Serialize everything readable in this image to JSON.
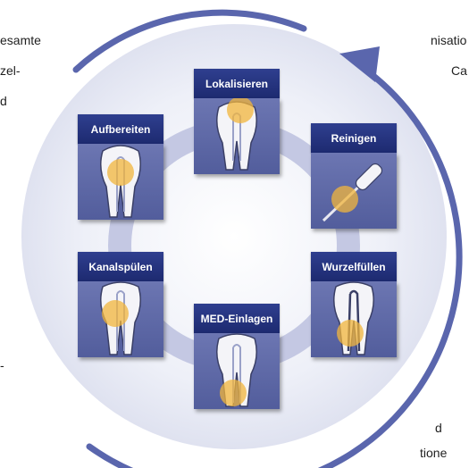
{
  "steps": [
    {
      "label": "Lokalisieren",
      "icon": "tooth-icon"
    },
    {
      "label": "Reinigen",
      "icon": "file-instrument-icon"
    },
    {
      "label": "Wurzelfüllen",
      "icon": "filled-tooth-icon"
    },
    {
      "label": "MED-Einlagen",
      "icon": "tooth-icon"
    },
    {
      "label": "Kanalspülen",
      "icon": "tooth-icon"
    },
    {
      "label": "Aufbereiten",
      "icon": "tooth-icon"
    }
  ],
  "left_text": [
    "esamte",
    "zel-",
    "d",
    "-"
  ],
  "right_text": [
    "nisatio",
    "Ca",
    "d",
    "tione"
  ],
  "colors": {
    "header": "#22307a",
    "card": "#5f69a8",
    "ring": "#aab0d8",
    "arrow": "#5a66ad",
    "highlight": "#f2b63c"
  }
}
